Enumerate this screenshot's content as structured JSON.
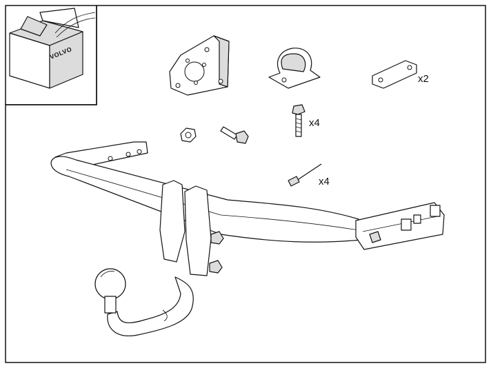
{
  "illustration": {
    "kit_box_brand": "VOLVO",
    "quantity_labels": {
      "strap_bracket": "x2",
      "bolts": "x4",
      "rivets": "x4"
    }
  }
}
